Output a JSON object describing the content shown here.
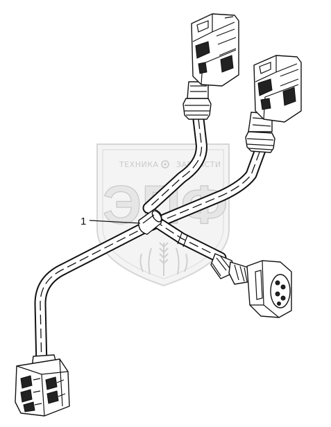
{
  "diagram": {
    "callout_label": "1",
    "watermark": {
      "text_left": "ТЕХНИКА",
      "text_right": "ЗАПЧАСТИ",
      "logo_letters": "ЭПФ",
      "icon": "gear-icon"
    },
    "colors": {
      "line": "#111111",
      "watermark": "#d0d0d0",
      "background": "#ffffff"
    }
  }
}
